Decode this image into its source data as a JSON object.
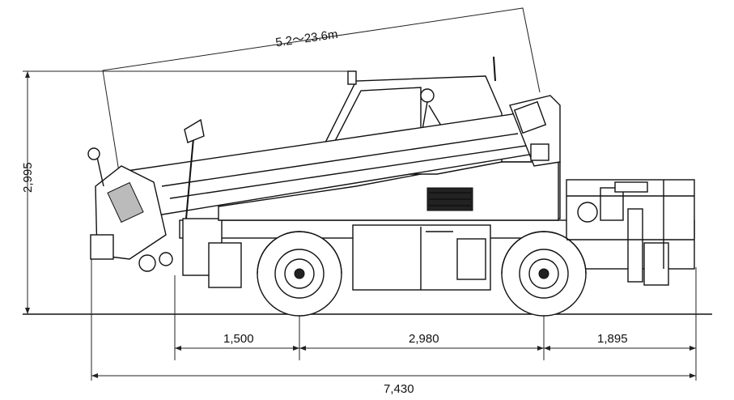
{
  "dimensions": {
    "boom_length": "5.2～23.6m",
    "overall_height": "2,995",
    "front_overhang": "1,500",
    "wheelbase": "2,980",
    "rear_overhang": "1,895",
    "overall_length": "7,430"
  },
  "colors": {
    "line": "#111111",
    "background": "#ffffff"
  }
}
